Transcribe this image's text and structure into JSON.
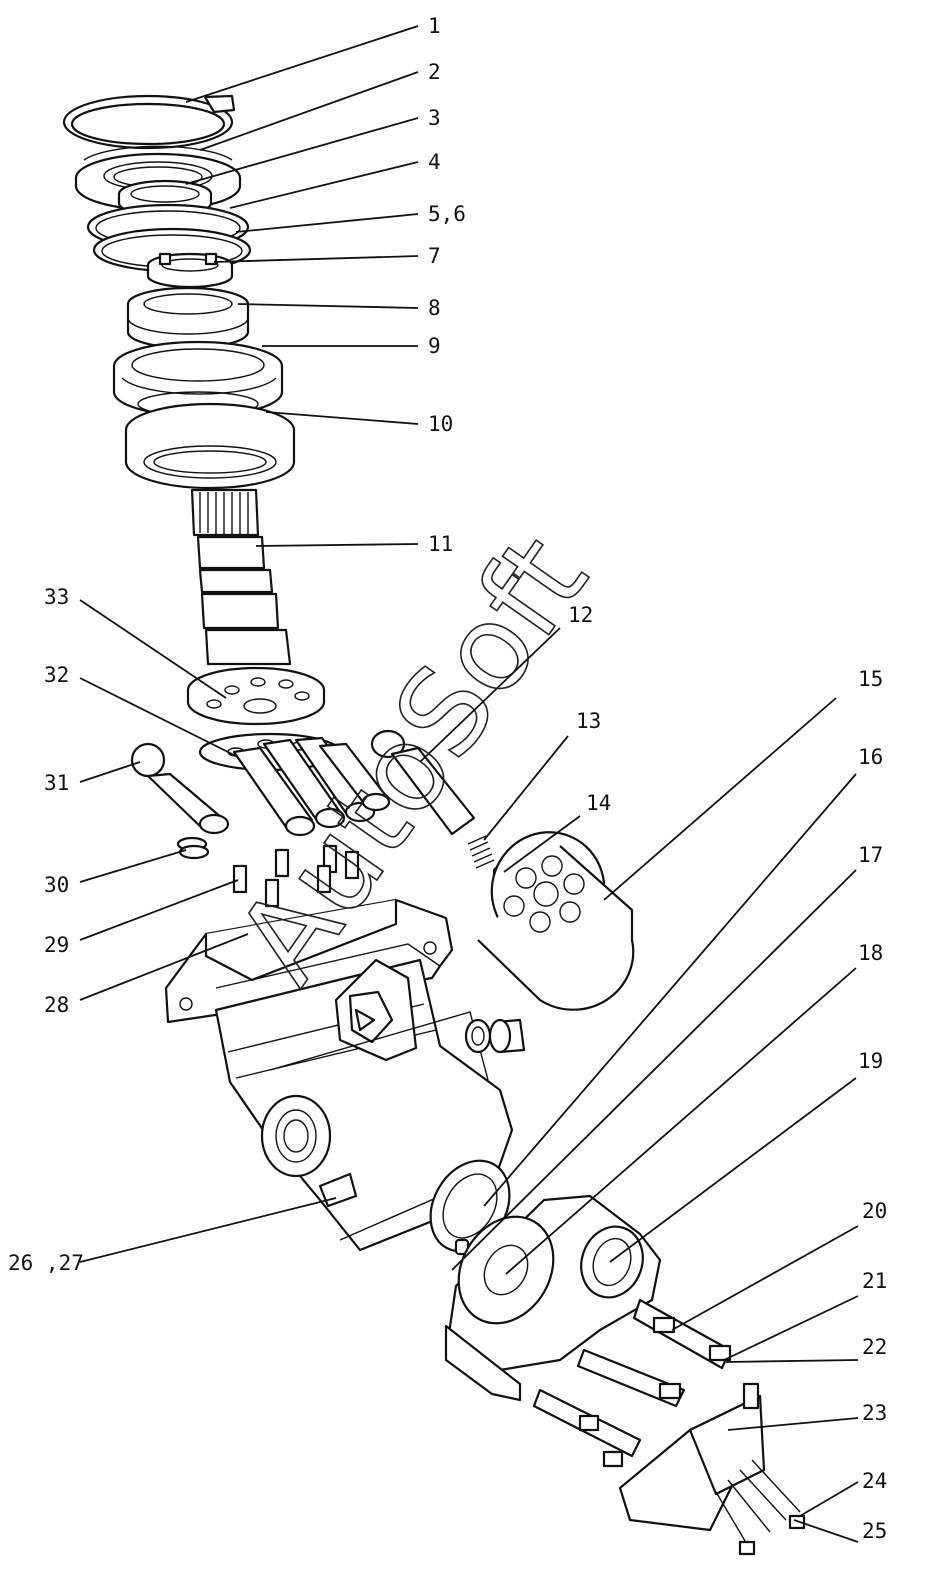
{
  "watermark": "AutoSoft",
  "callouts": [
    {
      "id": "1",
      "text": "1"
    },
    {
      "id": "2",
      "text": "2"
    },
    {
      "id": "3",
      "text": "3"
    },
    {
      "id": "4",
      "text": "4"
    },
    {
      "id": "5",
      "text": "5,6"
    },
    {
      "id": "7",
      "text": "7"
    },
    {
      "id": "8",
      "text": "8"
    },
    {
      "id": "9",
      "text": "9"
    },
    {
      "id": "10",
      "text": "10"
    },
    {
      "id": "11",
      "text": "11"
    },
    {
      "id": "12",
      "text": "12"
    },
    {
      "id": "13",
      "text": "13"
    },
    {
      "id": "14",
      "text": "14"
    },
    {
      "id": "15",
      "text": "15"
    },
    {
      "id": "16",
      "text": "16"
    },
    {
      "id": "17",
      "text": "17"
    },
    {
      "id": "18",
      "text": "18"
    },
    {
      "id": "19",
      "text": "19"
    },
    {
      "id": "20",
      "text": "20"
    },
    {
      "id": "21",
      "text": "21"
    },
    {
      "id": "22",
      "text": "22"
    },
    {
      "id": "23",
      "text": "23"
    },
    {
      "id": "24",
      "text": "24"
    },
    {
      "id": "25",
      "text": "25"
    },
    {
      "id": "26",
      "text": "26 ,27"
    },
    {
      "id": "28",
      "text": "28"
    },
    {
      "id": "29",
      "text": "29"
    },
    {
      "id": "30",
      "text": "30"
    },
    {
      "id": "31",
      "text": "31"
    },
    {
      "id": "32",
      "text": "32"
    },
    {
      "id": "33",
      "text": "33"
    }
  ]
}
